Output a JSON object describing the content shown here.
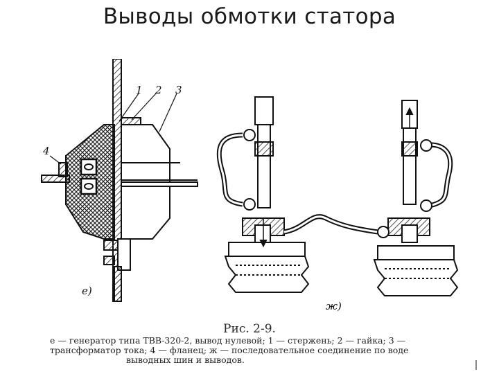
{
  "slide": {
    "title": "Выводы обмотки статора"
  },
  "figure": {
    "part_labels": [
      "1",
      "2",
      "3",
      "4"
    ],
    "sub_e": "е)",
    "sub_zh": "ж)",
    "caption_title": "Рис. 2-9.",
    "caption_lines": [
      "е — генератор типа ТВВ-320-2, вывод нулевой; 1 — стержень; 2 — гайка; 3 —",
      "трансформатор тока; 4 — фланец; ж — последовательное соединение по воде",
      "выводных шин и выводов."
    ]
  }
}
